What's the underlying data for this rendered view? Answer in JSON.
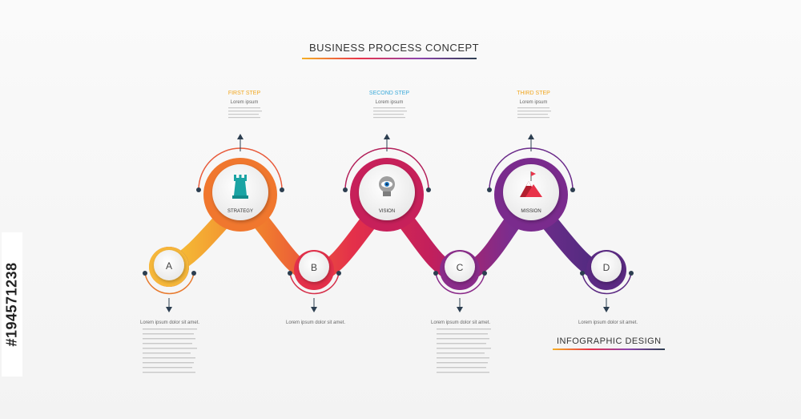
{
  "title": "BUSINESS PROCESS CONCEPT",
  "subtitle": "INFOGRAPHIC DESIGN",
  "stock_id": "#194571238",
  "steps": [
    {
      "label": "FIRST STEP",
      "sub": "Lorem ipsum",
      "word": "STRATEGY",
      "color": "#f39c12",
      "icon": "chess-rook-icon"
    },
    {
      "label": "SECOND STEP",
      "sub": "Lorem ipsum",
      "word": "VISION",
      "color": "#3aa9d9",
      "icon": "eye-bulb-icon"
    },
    {
      "label": "THIRD STEP",
      "sub": "Lorem ipsum",
      "word": "MISSION",
      "color": "#f39c12",
      "icon": "mountain-flag-icon"
    }
  ],
  "points": [
    {
      "letter": "A",
      "text": "Lorem ipsum dolor sit amet."
    },
    {
      "letter": "B",
      "text": "Lorem ipsum dolor sit amet."
    },
    {
      "letter": "C",
      "text": "Lorem ipsum dolor sit amet."
    },
    {
      "letter": "D",
      "text": "Lorem ipsum dolor sit amet."
    }
  ],
  "colors": {
    "orange": "#f7a23b",
    "red": "#e8334a",
    "crimson": "#c2185b",
    "purple": "#7b2d8e",
    "violet": "#5e2a84"
  }
}
